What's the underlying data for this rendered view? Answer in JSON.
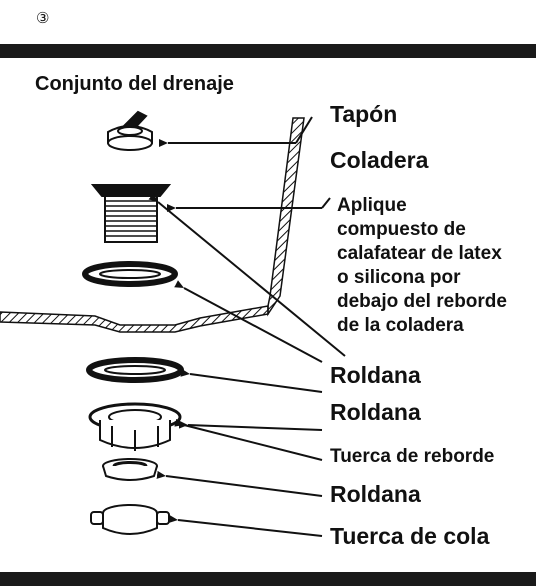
{
  "page": {
    "step_marker": "③",
    "heading": "Conjunto del drenaje"
  },
  "labels": {
    "tapon": "Tapón",
    "coladera": "Coladera",
    "note_lines": [
      "Aplique",
      "compuesto de",
      "calafatear de latex",
      "o silicona por",
      "debajo del reborde",
      "de la coladera"
    ],
    "roldana_1": "Roldana",
    "roldana_2": "Roldana",
    "tuerca_reborde": "Tuerca de reborde",
    "roldana_3": "Roldana",
    "tuerca_cola": "Tuerca de cola"
  },
  "colors": {
    "ink": "#111111",
    "bar": "#1a1a1a",
    "background": "#ffffff"
  }
}
